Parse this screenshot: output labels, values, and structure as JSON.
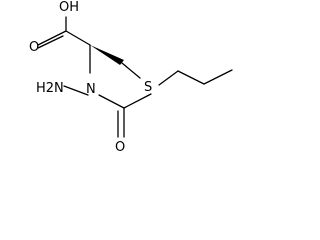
{
  "molecule": {
    "atoms": {
      "hydroxyl": "OH",
      "carbonyl_oxygen_acid": "O",
      "sulfur": "S",
      "nitrogen_alpha": "N",
      "amino": "H2N",
      "carbonyl_oxygen_acetyl": "O"
    }
  },
  "colors": {
    "bond": "#000000",
    "text": "#000000",
    "background": "#ffffff"
  }
}
